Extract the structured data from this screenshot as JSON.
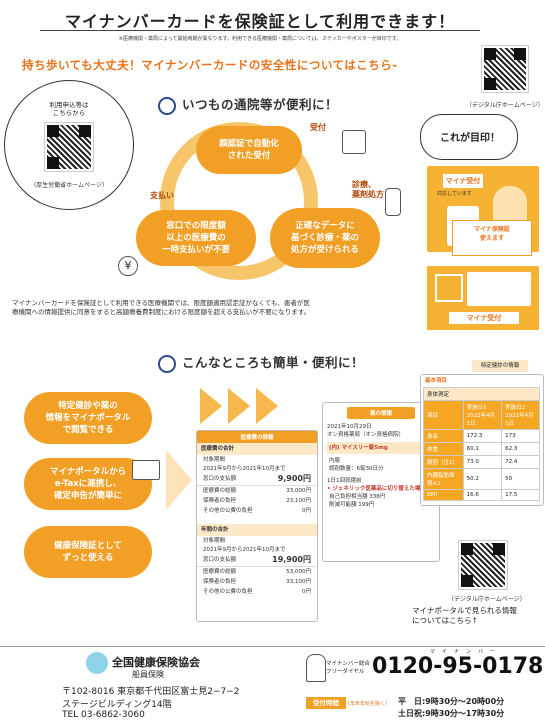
{
  "header": {
    "title": "マイナンバーカードを保険証として利用できます！",
    "note": "※医療機関・薬局によって開始時期が異なります。利用できる医療機関・薬局については、ステッカーやポスターが目印です。",
    "subtitle": "持ち歩いても大丈夫！マイナンバーカードの安全性についてはこちら-"
  },
  "qr_left": {
    "caption_top": "利用申込等は\nこちらから",
    "caption_bottom": "（厚生労働省ホームページ）"
  },
  "qr_top_right": {
    "caption": "（デジタル庁ホームページ）"
  },
  "section1": {
    "heading": "いつもの通院等が便利に！",
    "bubble_top": "顔認証で自動化\nされた受付",
    "bubble_right": "正確なデータに\n基づく診療・薬の\n処方が受けられる",
    "bubble_left": "窓口での限度額\n以上の医療費の\n一時支払いが不要",
    "label_reception": "受付",
    "label_treatment": "診療、\n薬剤処方",
    "label_payment": "支払い",
    "paragraph": "マイナンバーカードを保険証として利用できる医療機関では、限度額適用認定証がなくても、患者が医療機関への情報提供に同意をすると高額療養費制度における限度額を超える支払いが不要になります。"
  },
  "mark": {
    "callout": "これが目印！",
    "poster_title": "マイナ受付",
    "poster_sub": "対応しています",
    "sticker_title": "マイナ保険証\n使えます",
    "badge": "マイナ受付"
  },
  "section2": {
    "heading": "こんなところも簡単・便利に！",
    "pill1": "特定健診や薬の\n情報をマイナポータル\nで閲覧できる",
    "pill2": "マイナポータルから\ne-Taxに連携し、\n確定申告が簡単に",
    "pill3": "健康保険証として\nずっと使える",
    "portal_caption": "マイナポータルで見られる情報\nについてはこちら↑",
    "qr_caption": "（デジタル庁ホームページ）"
  },
  "med_panel": {
    "head": "医療費の情報",
    "block1_title": "医療費の合計",
    "block1_period_label": "対象期間",
    "block1_period": "2021年9月から2021年10月まで",
    "block1_window_label": "窓口の支払額",
    "block1_window": "9,900円",
    "block1_rows": [
      [
        "医療費の総額",
        "33,000円"
      ],
      [
        "保険者の負担",
        "23,100円"
      ],
      [
        "その他の公費の負担",
        "0円"
      ]
    ],
    "block2_title": "年間の合計",
    "block2_period_label": "対象期間",
    "block2_period": "2021年9月から2021年10月まで",
    "block2_window_label": "窓口の支払額",
    "block2_window": "19,900円",
    "block2_rows": [
      [
        "医療費の総額",
        "53,000円"
      ],
      [
        "保険者の負担",
        "33,100円"
      ],
      [
        "その他の公費の負担",
        "0円"
      ]
    ]
  },
  "drug_panel": {
    "head": "薬の情報",
    "date": "2021年10月29日",
    "pharmacy": "オン資格薬局（オン資格病院）",
    "drug_name": "(内) マイスリー錠5mg",
    "row1": "内服",
    "row2": "調剤数量：6錠30日分",
    "note_title": "1日1回就寝前",
    "generic_note": "• ジェネリック医薬品に切り替えた場合",
    "generic_price_label": "自己負担相当額",
    "generic_price": "338円",
    "saving_label": "削減可能額",
    "saving": "199円"
  },
  "checkup_panel": {
    "head": "特定健診の情報",
    "basic_label": "基本項目",
    "sub_label": "身体測定",
    "col1": "実施日1\n2022年4月1日",
    "col2": "実施日2\n2021年4月1日",
    "col0": "項目",
    "rows": [
      [
        "身長",
        "172.3",
        "173"
      ],
      [
        "体重",
        "60.1",
        "62.3"
      ],
      [
        "腹囲（注1）",
        "73.0",
        "72.4"
      ],
      [
        "内臓脂肪面積※2",
        "50.2",
        "50"
      ],
      [
        "BMI",
        "16.6",
        "17.5"
      ]
    ]
  },
  "footer": {
    "org": "全国健康保険協会",
    "org_sub": "船員保険",
    "address1": "〒102-8016 東京都千代田区富士見2−7−2",
    "address2": "ステージビルディング14階",
    "tel": "TEL 03-6862-3060",
    "hotline_label1": "マイナンバー総合",
    "hotline_label2": "フリーダイヤル",
    "hotline_ruby": "マ　イ　ナ　ン　バ　ー",
    "hotline": "0120-95-0178",
    "hours_label": "受付時間",
    "hours_note": "(年末年始を除く)",
    "hours1": "平　日:9時30分～20時00分",
    "hours2": "土日祝:9時30分～17時30分"
  }
}
